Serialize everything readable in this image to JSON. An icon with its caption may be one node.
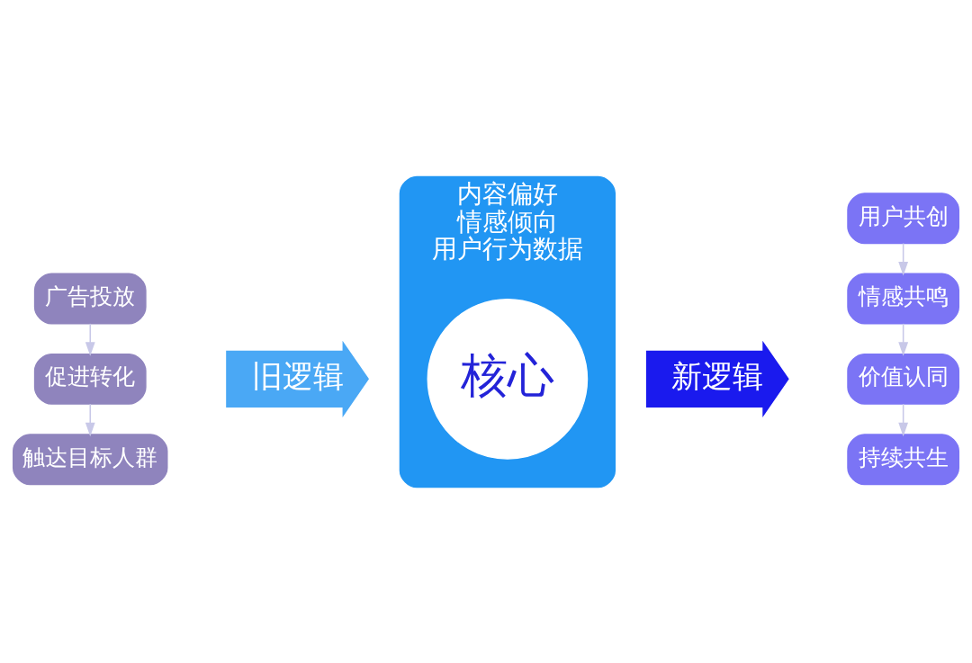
{
  "diagram": {
    "nodes": [
      {
        "text": [
          "广告投放"
        ]
      },
      {
        "text": [
          "促进转化"
        ]
      },
      {
        "text": [
          "触达目标人群"
        ]
      },
      {
        "text": [
          "内容偏好",
          "情感倾向",
          "用户行为数据"
        ]
      },
      {
        "text": [
          "旧逻辑"
        ]
      },
      {
        "text": [
          "核心"
        ],
        "in": 3
      },
      {
        "text": [
          "新逻辑"
        ]
      },
      {
        "text": [
          "用户共创"
        ]
      },
      {
        "text": [
          "情感共鸣"
        ]
      },
      {
        "text": [
          "价值认同"
        ]
      },
      {
        "text": [
          "持续共生"
        ]
      }
    ],
    "edges": [
      {
        "from": 0,
        "to": 1,
        "arrow": "to"
      },
      {
        "from": 1,
        "to": 2,
        "arrow": "to"
      },
      {
        "from": 7,
        "to": 8,
        "arrow": "to"
      },
      {
        "from": 8,
        "to": 9,
        "arrow": "to"
      },
      {
        "from": 9,
        "to": 10,
        "arrow": "to"
      }
    ]
  }
}
